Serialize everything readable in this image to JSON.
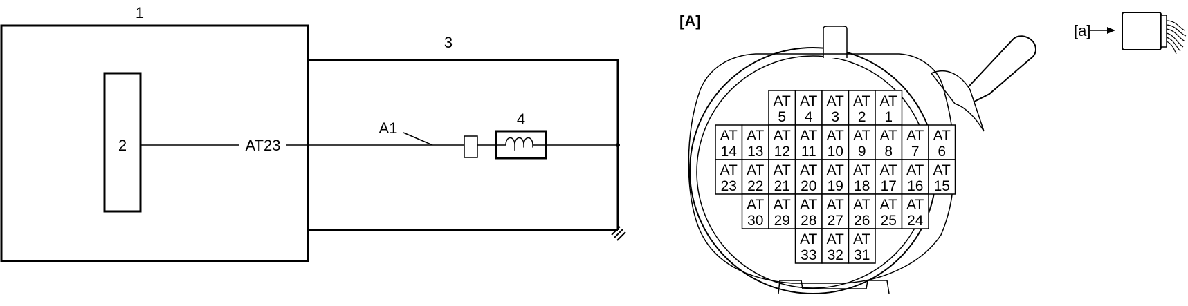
{
  "left": {
    "labels": {
      "ecm": "1",
      "module": "2",
      "harness": "3",
      "actuator": "4",
      "wire": "A1",
      "terminal": "AT23"
    }
  },
  "right": {
    "view_label": "[A]",
    "arrow_label": "[a]",
    "pin_prefix": "AT",
    "pins": {
      "row1": [
        "5",
        "4",
        "3",
        "2",
        "1"
      ],
      "row2": [
        "14",
        "13",
        "12",
        "11",
        "10",
        "9",
        "8",
        "7",
        "6"
      ],
      "row3": [
        "23",
        "22",
        "21",
        "20",
        "19",
        "18",
        "17",
        "16",
        "15"
      ],
      "row4": [
        "30",
        "29",
        "28",
        "27",
        "26",
        "25",
        "24"
      ],
      "row5": [
        "33",
        "32",
        "31"
      ]
    }
  }
}
